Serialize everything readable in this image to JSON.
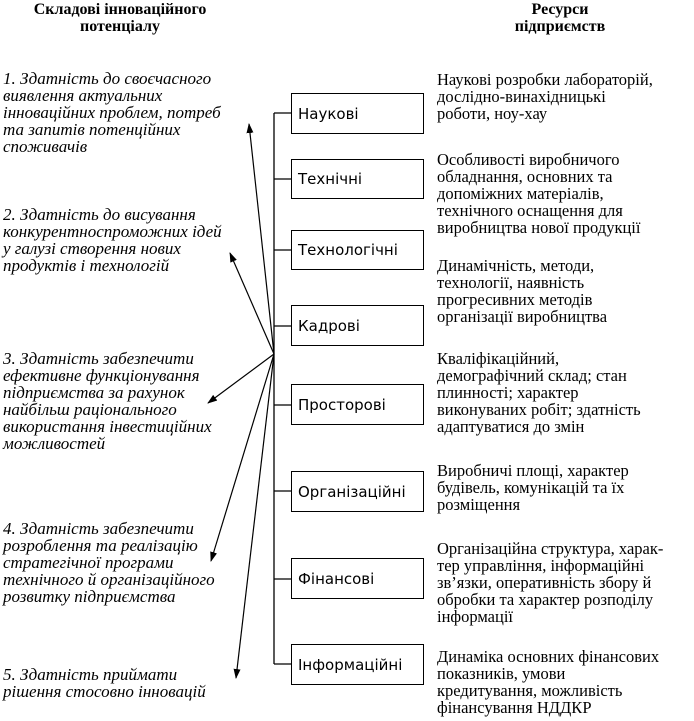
{
  "headers": {
    "left": [
      "Складові інноваційного",
      "потенціалу"
    ],
    "right": [
      "Ресурси",
      "підприємств"
    ]
  },
  "capabilities": [
    [
      "1. Здатність до своєчасного",
      "виявлення актуальних",
      "інноваційних проблем, потреб",
      "та запитів потенційних",
      "споживачів"
    ],
    [
      "2. Здатність до висування",
      "конкурентноспроможних ідей",
      "у галузі створення нових",
      "продуктів і технологій"
    ],
    [
      "3. Здатність забезпечити",
      "ефективне функціонування",
      "підприємства за рахунок",
      "найбільш раціонального",
      "використання інвестиційних",
      "можливостей"
    ],
    [
      "4. Здатність забезпечити",
      "розроблення та реалізацію",
      "стратегічної програми",
      "технічного й організаційного",
      "розвитку підприємства"
    ],
    [
      "5. Здатність приймати",
      "рішення стосовно інновацій"
    ]
  ],
  "resources": [
    "Наукові",
    "Технічні",
    "Технологічні",
    "Кадрові",
    "Просторові",
    "Організаційні",
    "Фінансові",
    "Інформаційні"
  ],
  "descriptions": [
    [
      "Наукові розробки лабораторій,",
      "дослідно-винахідницькі",
      "роботи, ноу-хау"
    ],
    [
      "Особливості виробничого",
      "обладнання, основних та",
      "допоміжних матеріалів,",
      "технічного оснащення для",
      "виробництва нової продукції"
    ],
    [
      "Динамічність, методи,",
      "технології, наявність",
      "прогресивних методів",
      "організації виробництва"
    ],
    [
      "Кваліфікаційний,",
      "демографічний склад; стан",
      "плинності; характер",
      "виконуваних робіт; здатність",
      "адаптуватися до змін"
    ],
    [
      "Виробничі площі, характер",
      "будівель, комунікацій та їх",
      "розміщення"
    ],
    [
      "Організаційна структура, харак-",
      "тер управління, інформаційні",
      "зв’язки, оперативність збору й",
      "обробки та характер розподілу",
      "інформації"
    ],
    [
      "Динаміка основних фінансових",
      "показників, умови",
      "кредитування, можливість",
      "фінансування НДДКР"
    ]
  ]
}
